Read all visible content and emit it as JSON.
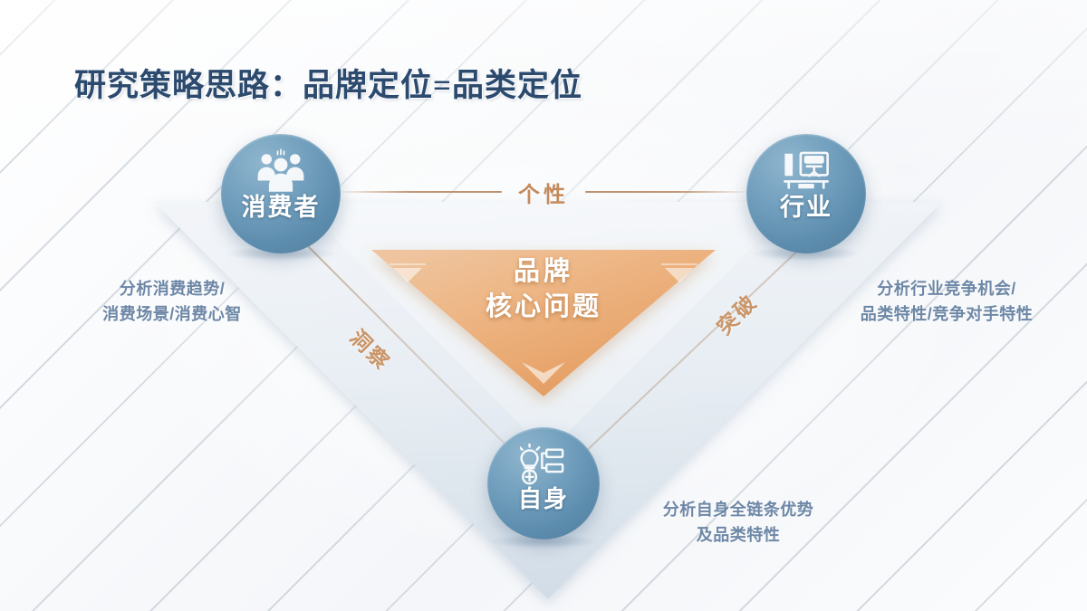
{
  "slide": {
    "title": "研究策略思路：品牌定位=品类定位",
    "colors": {
      "title": "#2b4a6e",
      "node_blue": "#5d8dae",
      "accent_orange": "#e8a86e",
      "keyword_copper": "#c48a5c",
      "caption_blue": "#6d87a6",
      "background": "#f6f8fa"
    }
  },
  "center": {
    "line1": "品牌",
    "line2": "核心问题"
  },
  "top_keyword": {
    "label": "个性"
  },
  "side_keywords": {
    "left": "洞察",
    "right": "突破"
  },
  "nodes": [
    {
      "id": "consumer",
      "label": "消费者",
      "icon": "people-group-icon"
    },
    {
      "id": "industry",
      "label": "行业",
      "icon": "factory-blueprint-icon"
    },
    {
      "id": "self",
      "label": "自身",
      "icon": "lightbulb-gear-icon"
    }
  ],
  "captions": {
    "left": {
      "line1": "分析消费趋势/",
      "line2": "消费场景/消费心智"
    },
    "right": {
      "line1": "分析行业竞争机会/",
      "line2": "品类特性/竞争对手特性"
    },
    "bottom": {
      "line1": "分析自身全链条优势",
      "line2": "及品类特性"
    }
  }
}
